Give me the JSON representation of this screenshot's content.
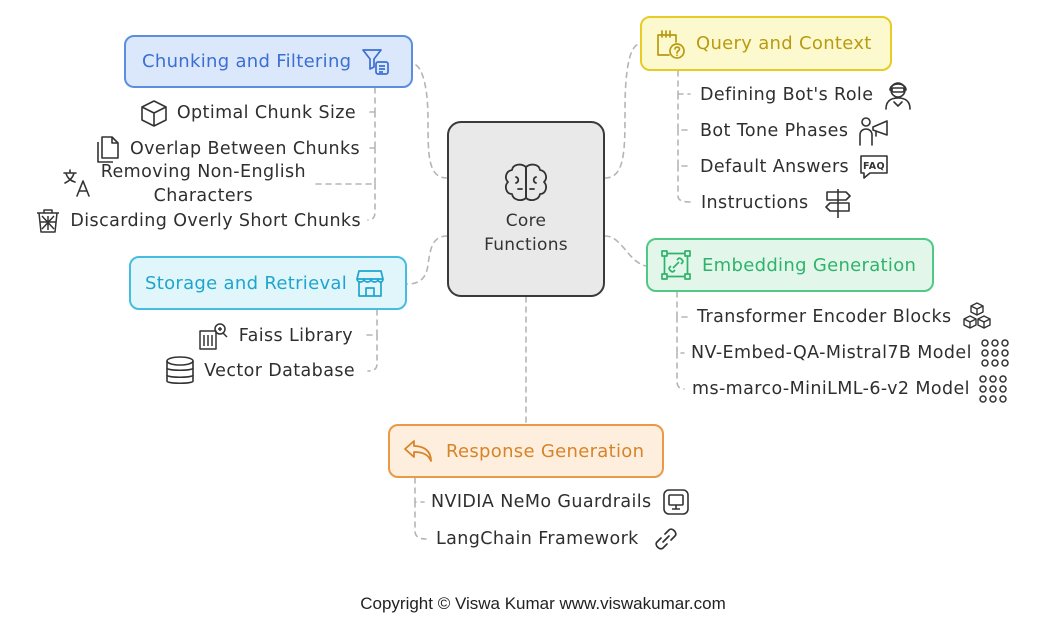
{
  "core": {
    "title": "Core Functions",
    "icon": "brain-icon"
  },
  "branches": {
    "chunking": {
      "title": "Chunking and Filtering",
      "icon": "filter-list-icon",
      "color": "#5b8ee0",
      "fill": "#dbe7fb",
      "items": [
        {
          "label": "Optimal Chunk Size",
          "icon": "cube-icon"
        },
        {
          "label": "Overlap Between Chunks",
          "icon": "copy-icon"
        },
        {
          "label": "Removing Non-English Characters",
          "line1": "Removing Non-English",
          "line2": "Characters",
          "icon": "translate-icon"
        },
        {
          "label": "Discarding Overly Short Chunks",
          "icon": "trash-basket-icon"
        }
      ]
    },
    "query": {
      "title": "Query and Context",
      "icon": "calendar-question-icon",
      "color": "#e6cc24",
      "fill": "#fdf9cf",
      "items": [
        {
          "label": "Defining Bot's Role",
          "icon": "person-headset-icon"
        },
        {
          "label": "Bot Tone Phases",
          "icon": "megaphone-person-icon"
        },
        {
          "label": "Default Answers",
          "icon": "faq-icon"
        },
        {
          "label": "Instructions",
          "icon": "signpost-icon"
        }
      ]
    },
    "storage": {
      "title": "Storage and Retrieval",
      "icon": "store-icon",
      "color": "#46bde0",
      "fill": "#e0f6fb",
      "items": [
        {
          "label": "Faiss Library",
          "icon": "library-icon"
        },
        {
          "label": "Vector Database",
          "icon": "database-icon"
        }
      ]
    },
    "embedding": {
      "title": "Embedding Generation",
      "icon": "link-frame-icon",
      "color": "#4fc983",
      "fill": "#e2f7ea",
      "items": [
        {
          "label": "Transformer Encoder Blocks",
          "icon": "cubes-icon"
        },
        {
          "label": "NV-Embed-QA-Mistral7B Model",
          "icon": "grid-dots-icon"
        },
        {
          "label": "ms-marco-MiniLML-6-v2 Model",
          "icon": "grid-dots-icon"
        }
      ]
    },
    "response": {
      "title": "Response Generation",
      "icon": "reply-arrow-icon",
      "color": "#e89a44",
      "fill": "#fdeedd",
      "items": [
        {
          "label": "NVIDIA NeMo Guardrails",
          "icon": "monitor-icon"
        },
        {
          "label": "LangChain Framework",
          "icon": "chain-link-icon"
        }
      ]
    }
  },
  "footer": {
    "copyright": "Copyright  © Viswa Kumar www.viswakumar.com"
  }
}
